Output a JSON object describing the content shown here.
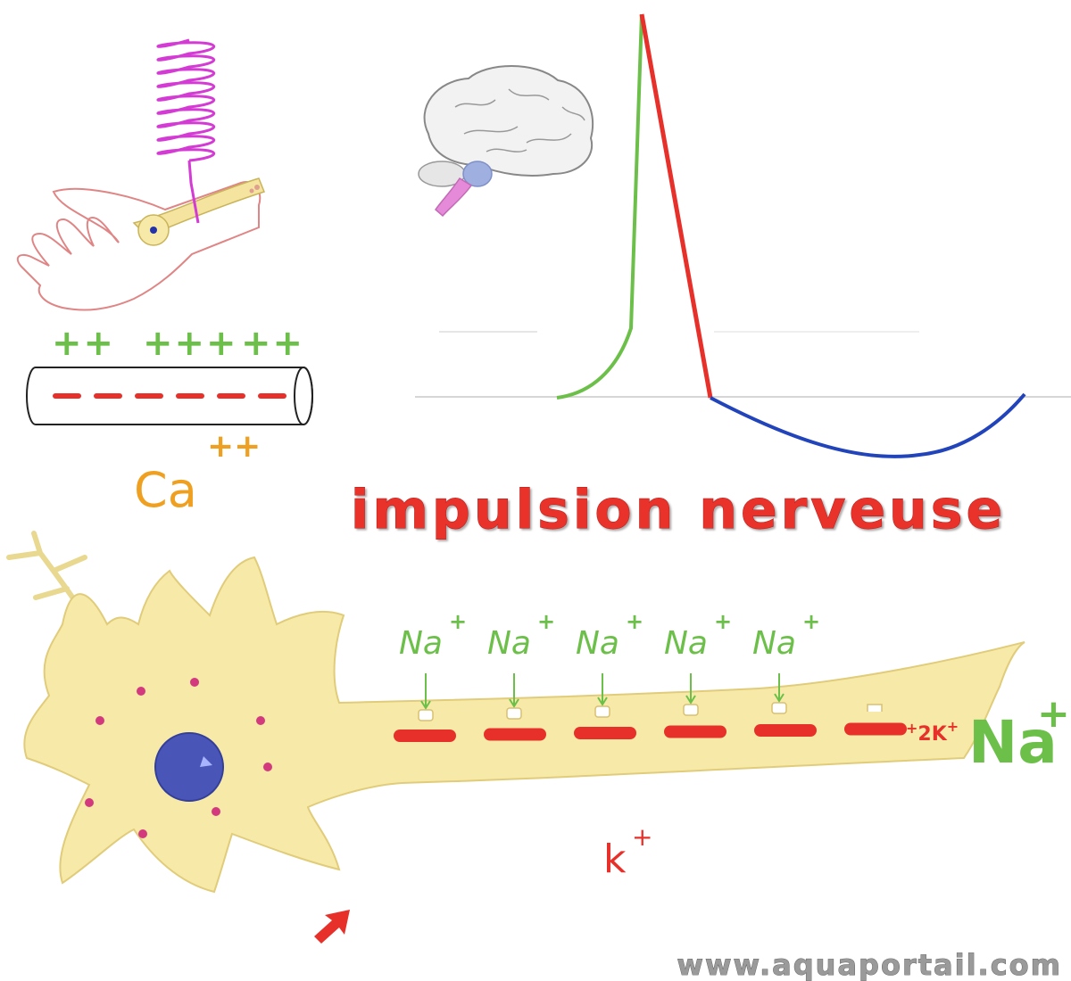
{
  "title": "impulsion nerveuse",
  "membrane": {
    "plus_signs": [
      "++",
      "+++",
      "++"
    ],
    "minus_count": 6,
    "ion_label": "Ca",
    "ion_charge": "++"
  },
  "axon": {
    "sodium_label": "Na",
    "sodium_charge": "+",
    "sodium_inflow_count": 5,
    "pump_label": "2K",
    "pump_charge": "+",
    "big_sodium_label": "Na",
    "big_sodium_charge": "+",
    "potassium_label": "k",
    "potassium_charge": "+"
  },
  "watermark": "www.aquaportail.com",
  "colors": {
    "positive": "#6cc04a",
    "negative": "#e8302a",
    "calcium": "#f0a020",
    "rising": "#6cc04a",
    "falling": "#e8302a",
    "hyperpolarization": "#2244bb",
    "neuron_fill": "#f7eaa8",
    "nucleus": "#4a55b8",
    "spring": "#d43bd4"
  }
}
